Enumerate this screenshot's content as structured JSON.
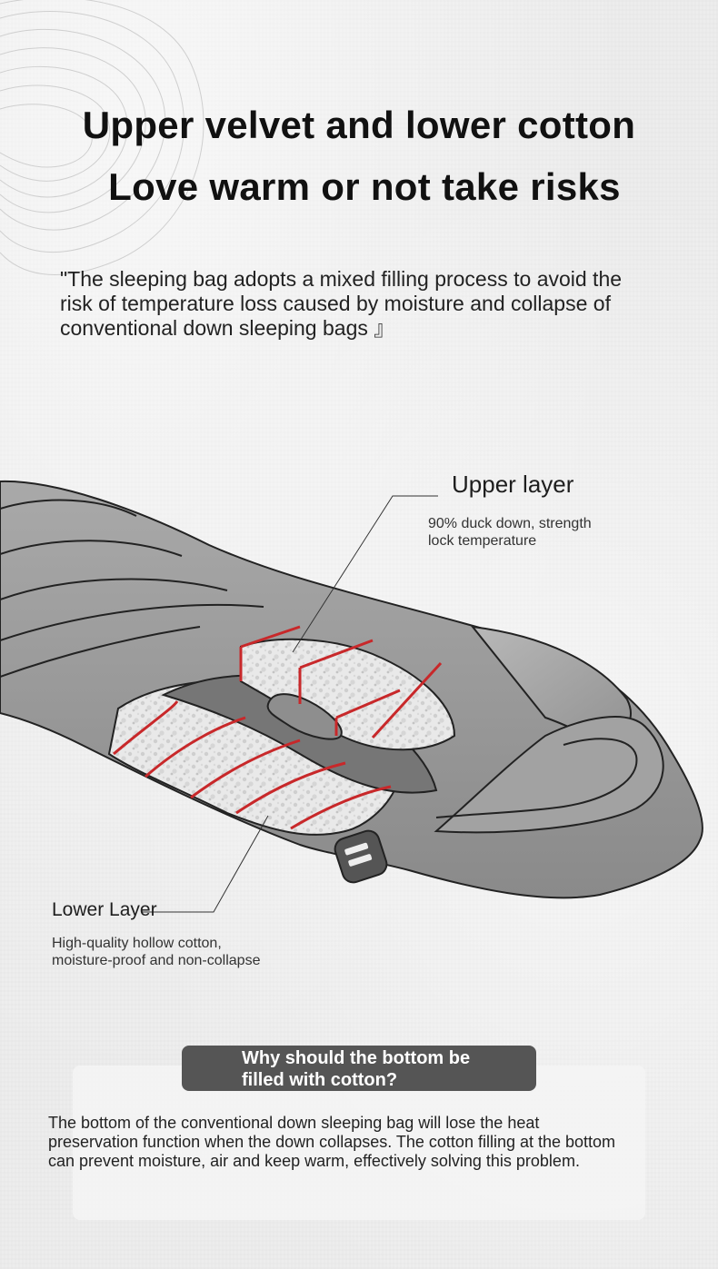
{
  "headline": {
    "line1": "Upper velvet and lower cotton",
    "line2": "Love warm or not take risks"
  },
  "quote": "\"The sleeping bag adopts a mixed filling process to avoid the risk of temperature loss caused by moisture and collapse of conventional down sleeping bags 』",
  "upper_layer": {
    "title": "Upper layer",
    "description": "90% duck down, strength\nlock temperature"
  },
  "lower_layer": {
    "title": "Lower Layer",
    "description": "High-quality hollow cotton,\nmoisture-proof and non-collapse"
  },
  "question": {
    "text": "Why should the bottom be filled with cotton?"
  },
  "answer": "The bottom of the conventional down sleeping bag will lose the heat preservation function when the down collapses. The cotton filling at the bottom can prevent moisture, air and keep warm, effectively solving this problem.",
  "colors": {
    "accent_red": "#c8282a",
    "bag_gray": "#9a9a9a",
    "pill_bg": "#555555"
  }
}
